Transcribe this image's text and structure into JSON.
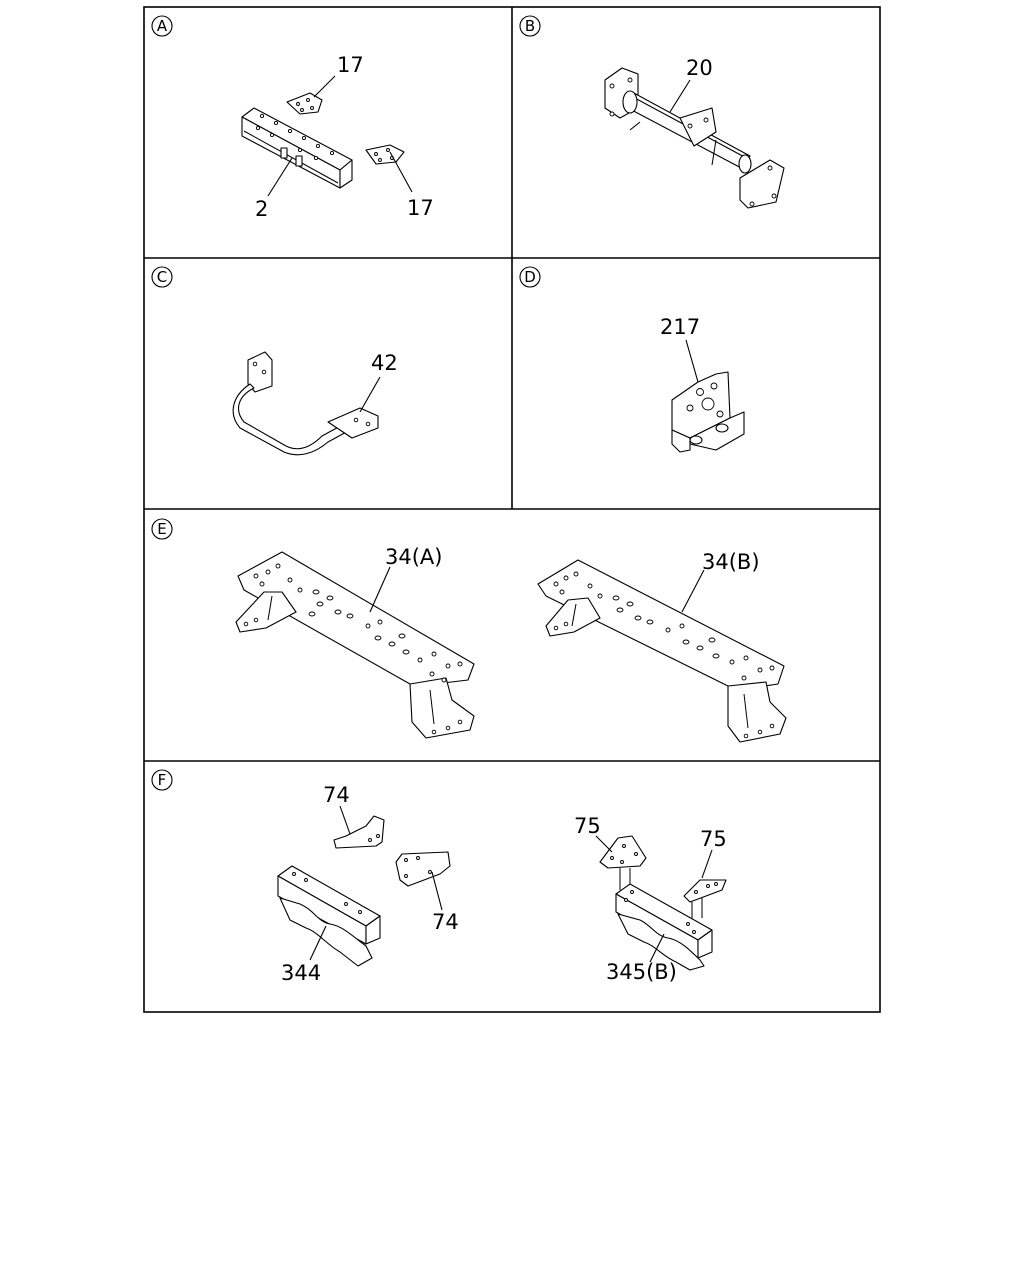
{
  "sections": [
    {
      "letter": "A",
      "labels": [
        "17",
        "2",
        "17"
      ]
    },
    {
      "letter": "B",
      "labels": [
        "20"
      ]
    },
    {
      "letter": "C",
      "labels": [
        "42"
      ]
    },
    {
      "letter": "D",
      "labels": [
        "217"
      ]
    },
    {
      "letter": "E",
      "labels": [
        "34(A)",
        "34(B)"
      ]
    },
    {
      "letter": "F",
      "labels": [
        "74",
        "74",
        "344",
        "75",
        "75",
        "345(B)"
      ]
    }
  ]
}
